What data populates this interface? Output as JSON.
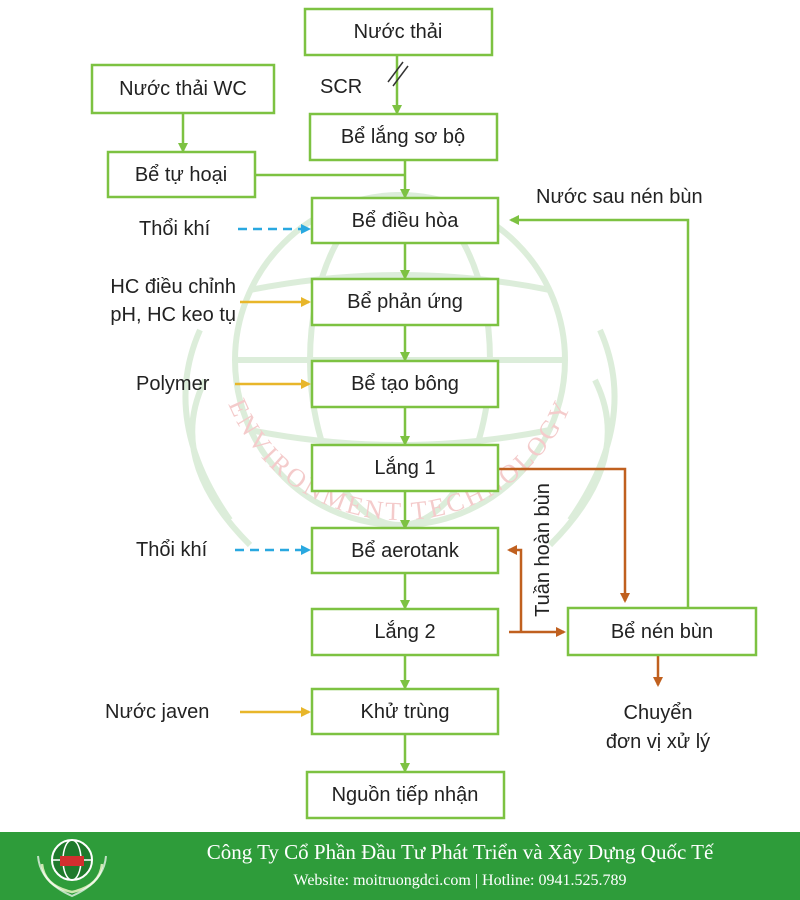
{
  "nodes": {
    "nuoc_thai": "Nước thải",
    "nuoc_thai_wc": "Nước thải WC",
    "be_lang_so_bo": "Bể lắng sơ bộ",
    "be_tu_hoai": "Bể tự hoại",
    "be_dieu_hoa": "Bể điều hòa",
    "be_phan_ung": "Bể phản ứng",
    "be_tao_bong": "Bể tạo bông",
    "lang_1": "Lắng 1",
    "be_aerotank": "Bể aerotank",
    "lang_2": "Lắng 2",
    "be_nen_bun": "Bể nén bùn",
    "khu_trung": "Khử trùng",
    "nguon_tiep_nhan": "Nguồn tiếp nhận"
  },
  "labels": {
    "scr": "SCR",
    "thoi_khi_1": "Thổi khí",
    "thoi_khi_2": "Thổi khí",
    "hc_line1": "HC điều chỉnh",
    "hc_line2": "pH, HC keo tụ",
    "polymer": "Polymer",
    "nuoc_javen": "Nước javen",
    "nuoc_sau_nen_bun": "Nước sau nén bùn",
    "tuan_hoan_bun": "Tuần hoàn bùn",
    "chuyen_line1": "Chuyển",
    "chuyen_line2": "đơn vị xử lý"
  },
  "watermark": {
    "text": "ENVIRONMENT TECHNOLOGY"
  },
  "footer": {
    "company": "Công Ty Cổ Phần Đầu Tư Phát Triển và Xây Dựng Quốc Tế",
    "contact": "Website: moitruongdci.com | Hotline: 0941.525.789"
  },
  "colors": {
    "process_line": "#7dc242",
    "sludge_line": "#c0601f",
    "chemical_line": "#e8b62a",
    "air_line": "#29a8e0",
    "footer_bg": "#2e9c3a"
  }
}
